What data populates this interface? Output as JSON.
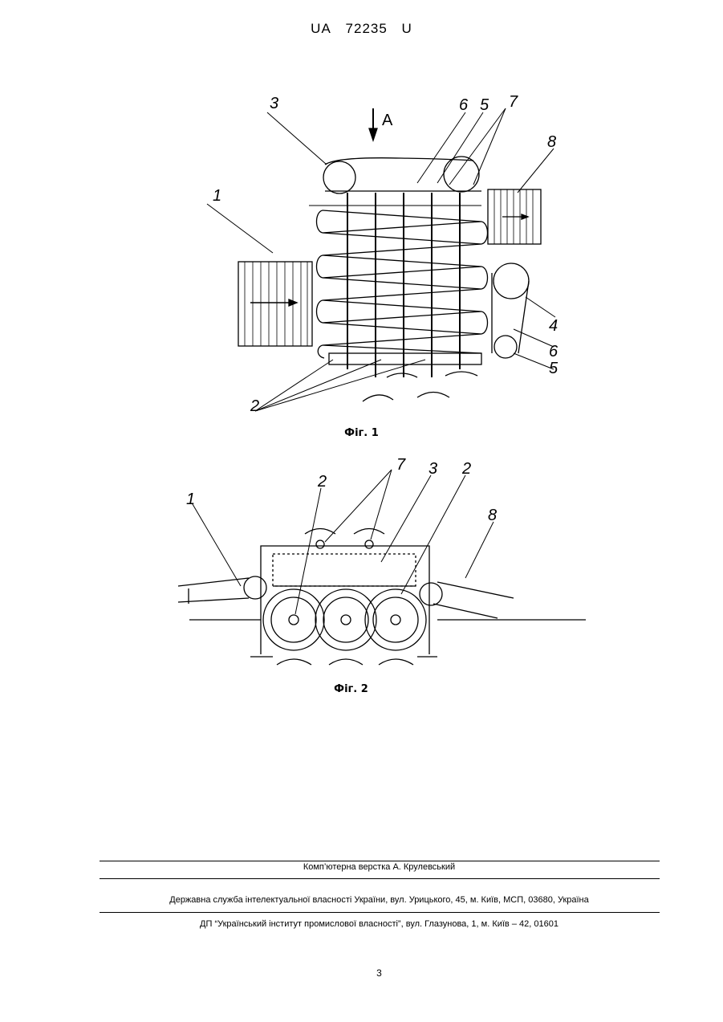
{
  "header": {
    "country": "UA",
    "number": "72235",
    "kind": "U"
  },
  "figure1": {
    "caption": "Фіг. 1",
    "labels": {
      "l1": "1",
      "l2": "2",
      "l3": "3",
      "l4": "4",
      "l5a": "5",
      "l5b": "5",
      "l6a": "6",
      "l6b": "6",
      "l7": "7",
      "l8": "8",
      "view": "A"
    }
  },
  "figure2": {
    "caption": "Фіг. 2",
    "labels": {
      "l1": "1",
      "l2a": "2",
      "l2b": "2",
      "l3": "3",
      "l7": "7",
      "l8": "8"
    }
  },
  "footer": {
    "layout": "Комп’ютерна верстка А. Крулевський",
    "agency": "Державна служба інтелектуальної власності України, вул. Урицького, 45, м. Київ, МСП, 03680, Україна",
    "institute": "ДП “Український інститут промислової власності”, вул. Глазунова, 1, м. Київ – 42, 01601",
    "page": "3"
  }
}
